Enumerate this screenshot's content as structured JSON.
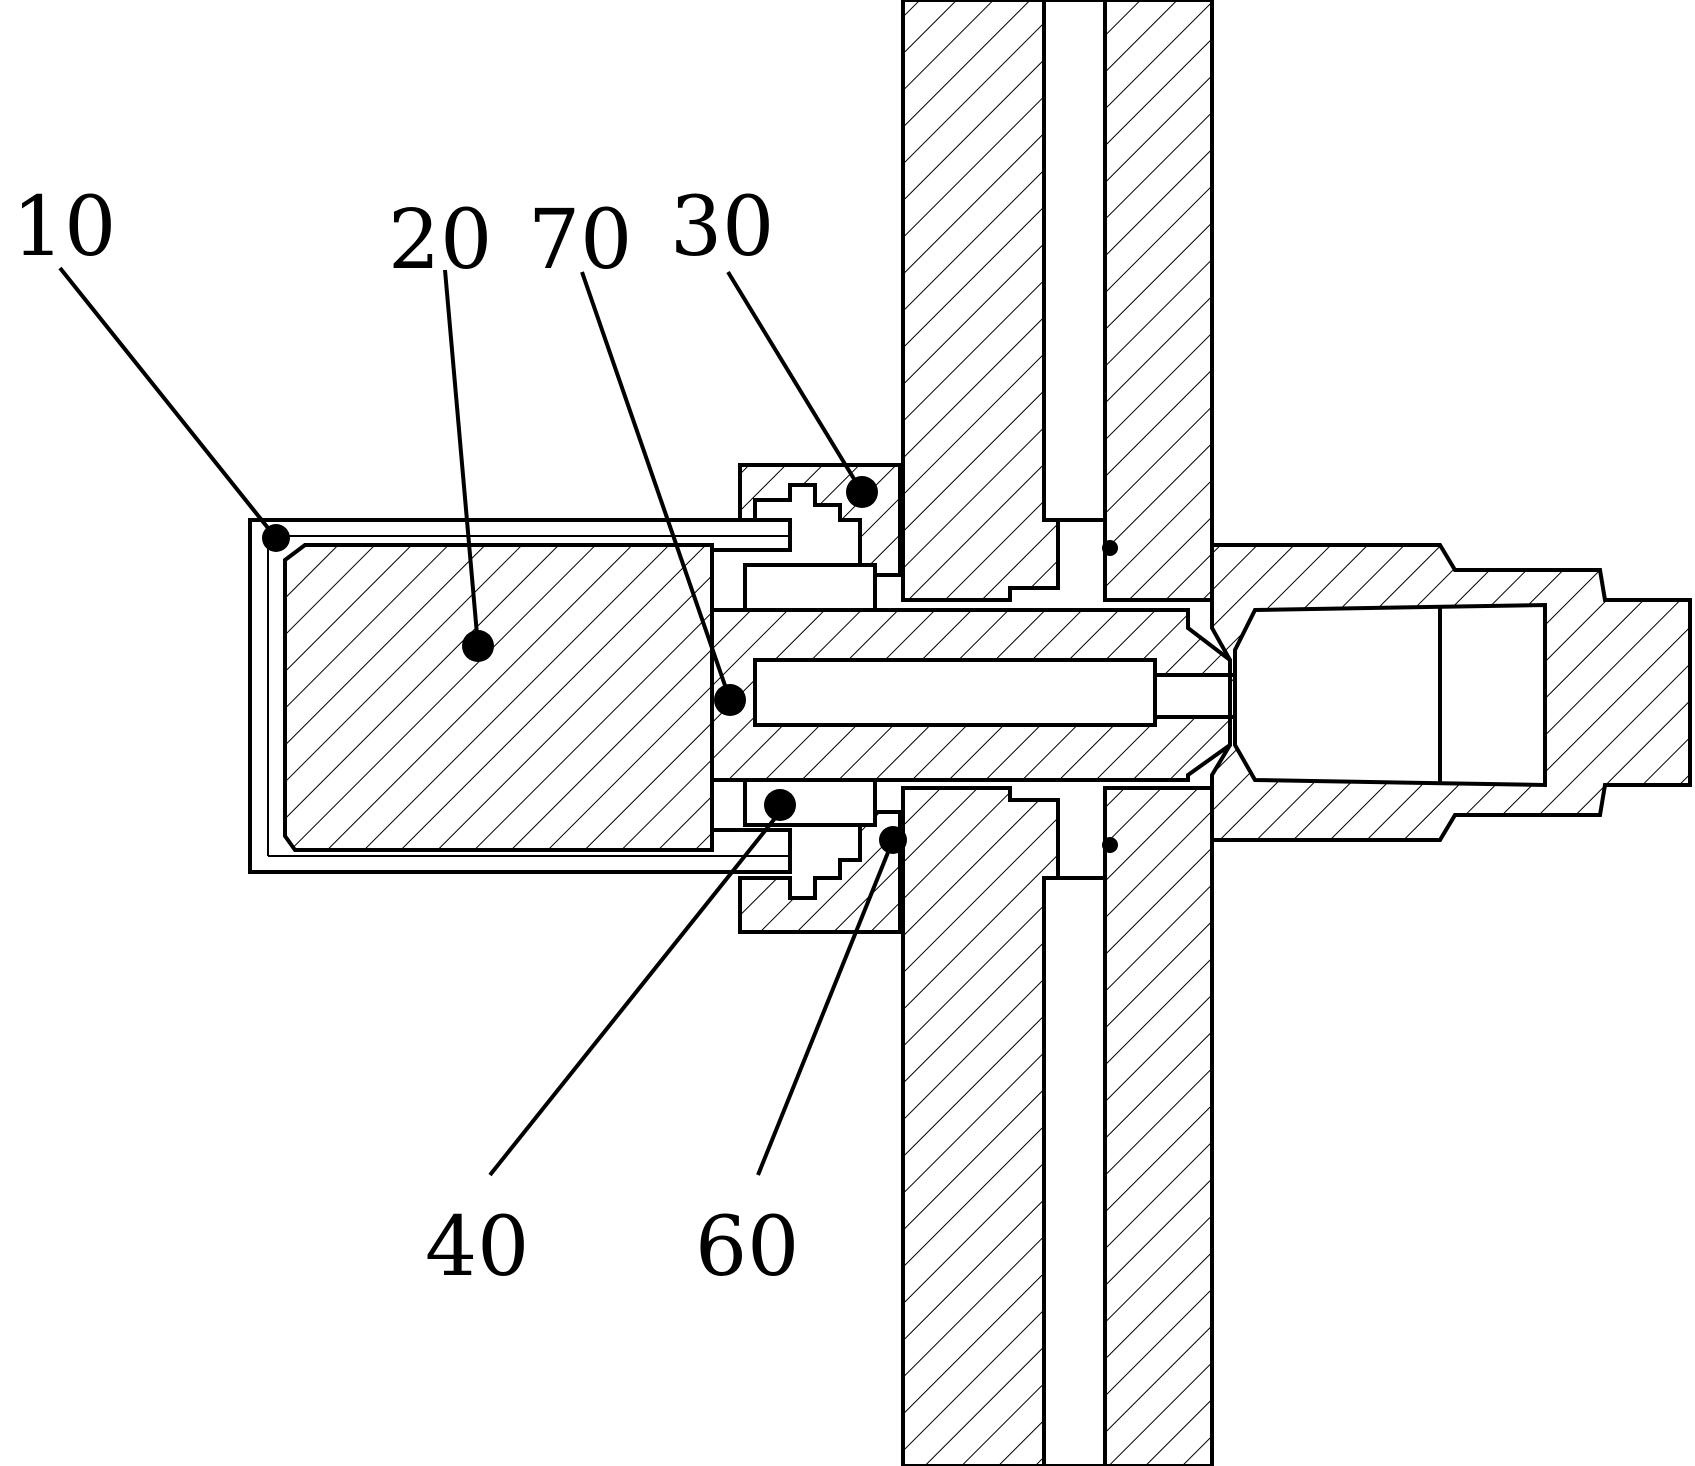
{
  "labels": {
    "part_10": "10",
    "part_20": "20",
    "part_70": "70",
    "part_30": "30",
    "part_40": "40",
    "part_60": "60"
  }
}
